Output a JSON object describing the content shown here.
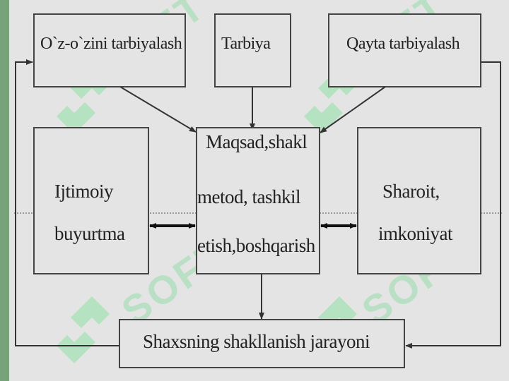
{
  "boxes": {
    "self_education": "O`z-o`zini tarbiyalash",
    "upbringing": "Tarbiya",
    "re_education": "Qayta tarbiyalash",
    "center_line1": "Maqsad,shakl",
    "center_line2": "metod, tashkil",
    "center_line3": "etish,boshqarish",
    "social_order_line1": "Ijtimoiy",
    "social_order_line2": "buyurtma",
    "conditions_line1": "Sharoit,",
    "conditions_line2": "imkoniyat",
    "formation_process": "Shaxsning shakllanish jarayoni"
  },
  "watermark": "SOFT",
  "colors": {
    "background": "#e4e4e4",
    "side_bar": "#77a37a",
    "watermark": "#9fdcb0",
    "stroke": "#333333"
  }
}
